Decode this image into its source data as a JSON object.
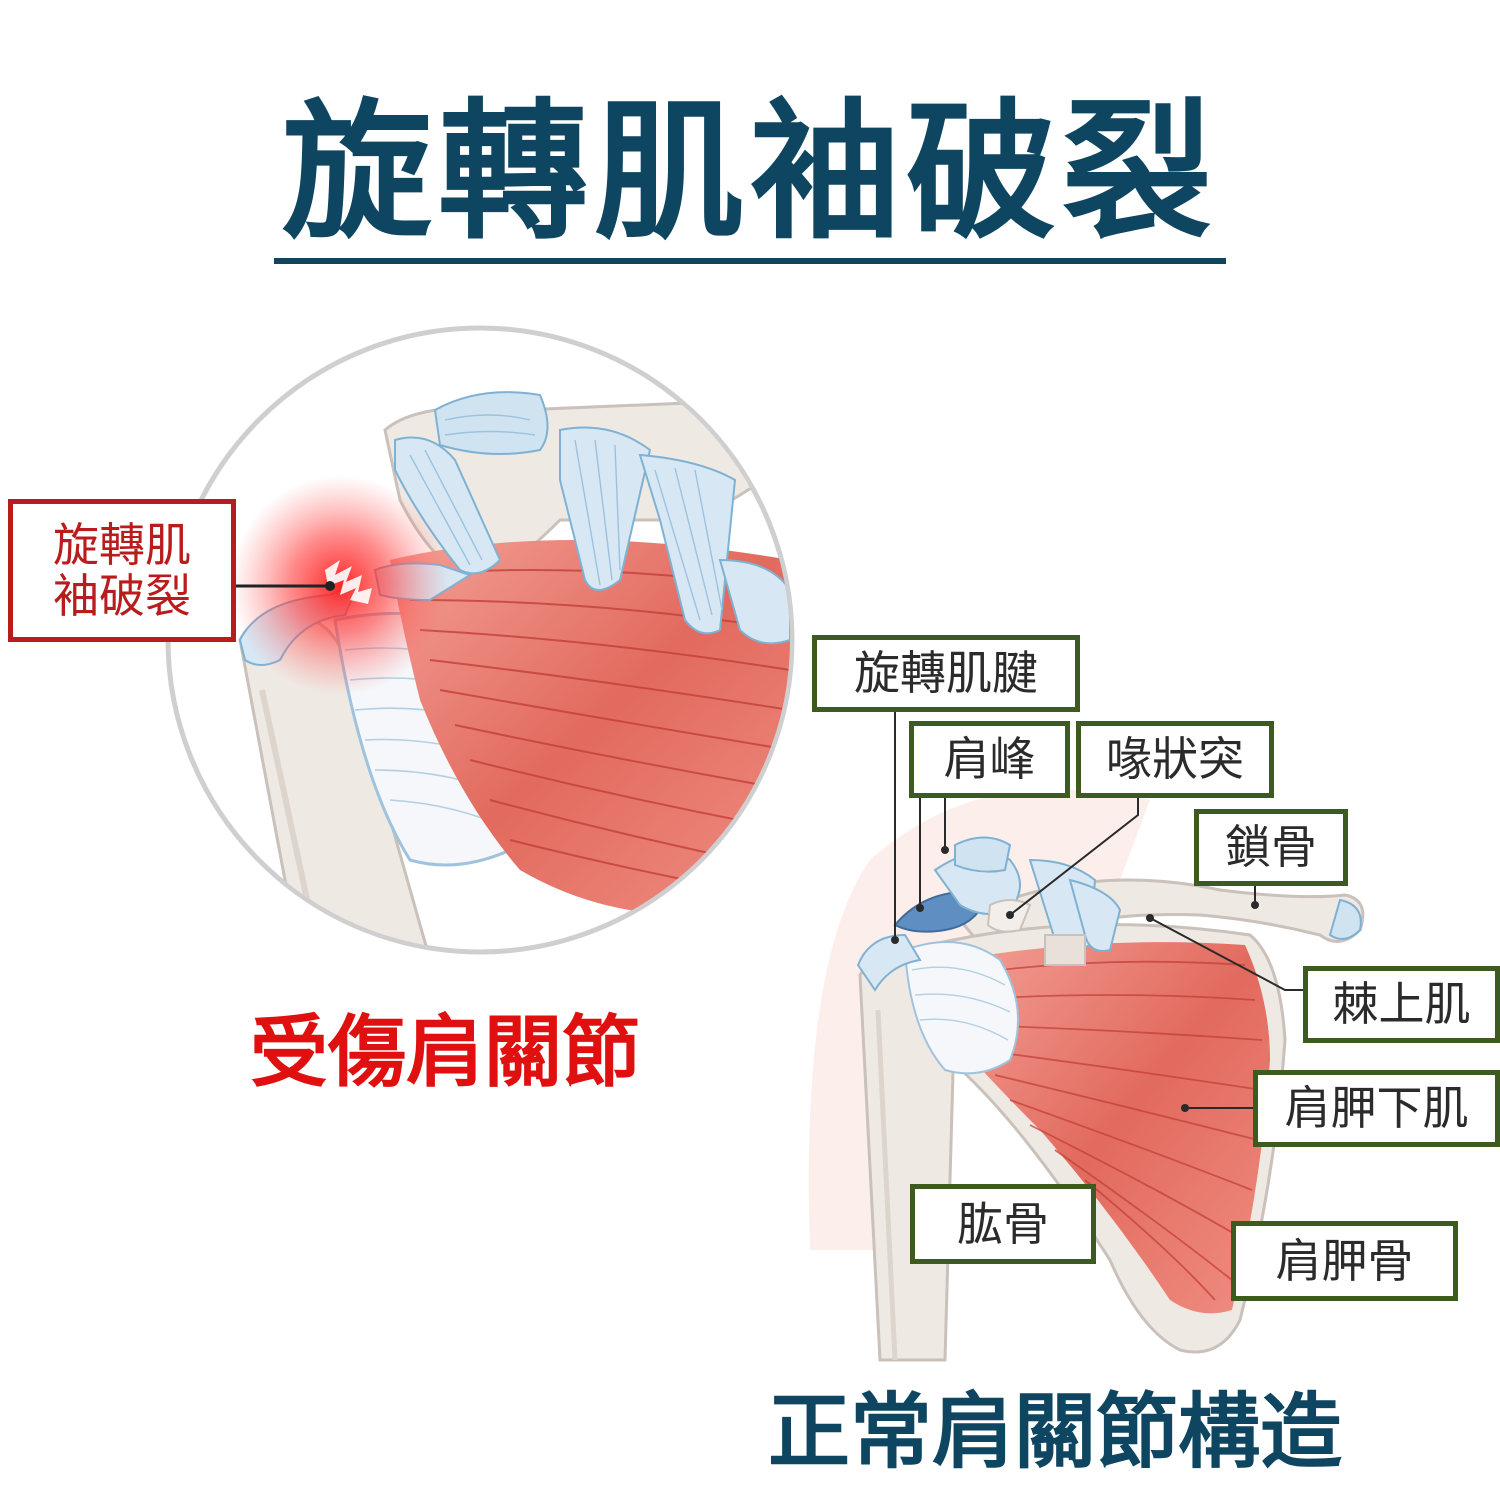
{
  "title": "旋轉肌袖破裂",
  "injured": {
    "caption": "受傷肩關節",
    "tear_label": [
      "旋轉肌",
      "袖破裂"
    ]
  },
  "normal": {
    "caption": "正常肩關節構造",
    "labels": {
      "rotator_tendon": "旋轉肌腱",
      "acromion": "肩峰",
      "coracoid": "喙狀突",
      "clavicle": "鎖骨",
      "supraspinatus": "棘上肌",
      "subscapularis": "肩胛下肌",
      "humerus": "肱骨",
      "scapula": "肩胛骨"
    }
  },
  "colors": {
    "title": "#0e4560",
    "injured_caption": "#e01010",
    "tear_box": "#b81c1c",
    "label_border": "#3d5a1f",
    "muscle": "#e8766a",
    "tendon": "#bcd9ec",
    "bone": "#efe9e4"
  }
}
